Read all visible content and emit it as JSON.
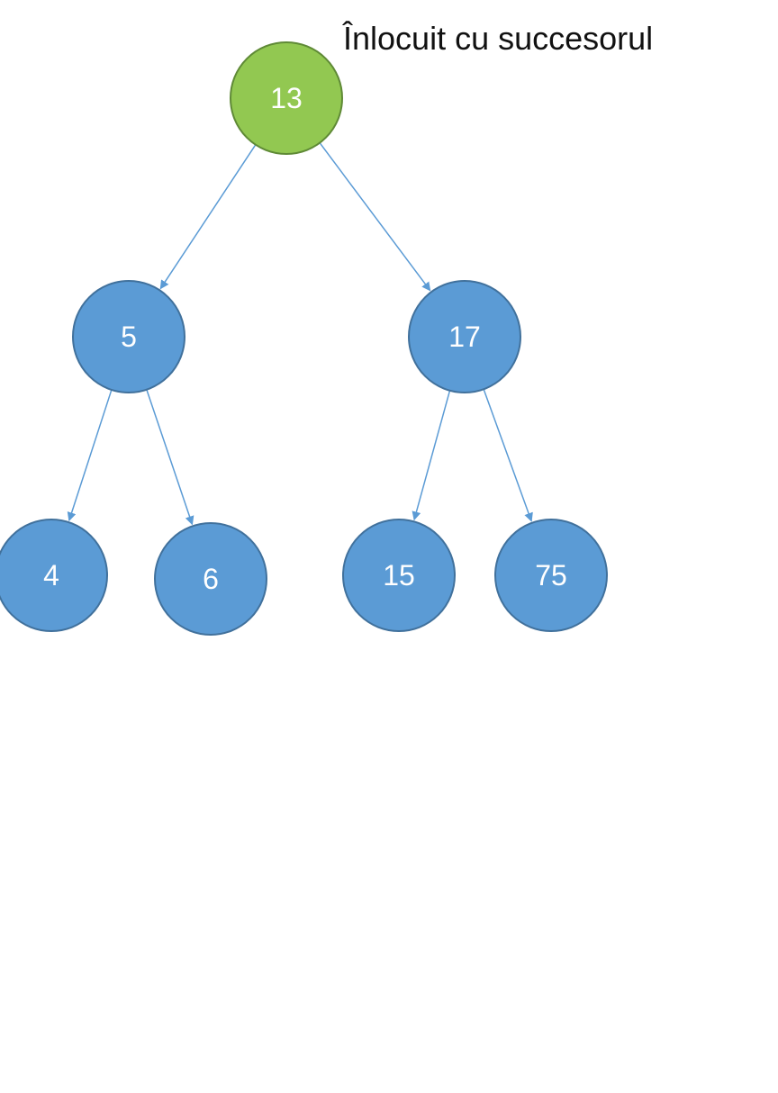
{
  "annotation": "Înlocuit cu succesorul",
  "colors": {
    "highlight_fill": "#92c851",
    "highlight_stroke": "#5f8a36",
    "node_fill": "#5b9bd5",
    "node_stroke": "#41719c",
    "edge": "#5b9bd5",
    "label": "#ffffff"
  },
  "tree": {
    "nodes": [
      {
        "id": "n13",
        "label": "13",
        "highlighted": true
      },
      {
        "id": "n5",
        "label": "5",
        "highlighted": false
      },
      {
        "id": "n17",
        "label": "17",
        "highlighted": false
      },
      {
        "id": "n4",
        "label": "4",
        "highlighted": false
      },
      {
        "id": "n6",
        "label": "6",
        "highlighted": false
      },
      {
        "id": "n15",
        "label": "15",
        "highlighted": false
      },
      {
        "id": "n75",
        "label": "75",
        "highlighted": false
      }
    ],
    "edges": [
      {
        "from": "n13",
        "to": "n5"
      },
      {
        "from": "n13",
        "to": "n17"
      },
      {
        "from": "n5",
        "to": "n4"
      },
      {
        "from": "n5",
        "to": "n6"
      },
      {
        "from": "n17",
        "to": "n15"
      },
      {
        "from": "n17",
        "to": "n75"
      }
    ]
  }
}
